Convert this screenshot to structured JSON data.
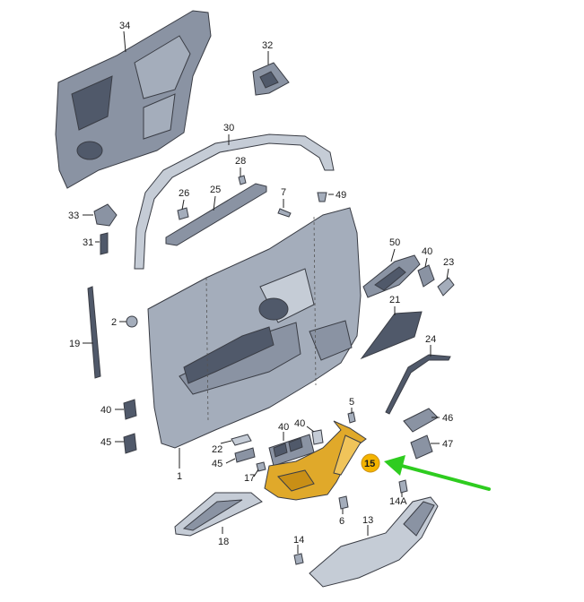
{
  "callouts": {
    "c34": "34",
    "c32": "32",
    "c30": "30",
    "c28": "28",
    "c26": "26",
    "c25": "25",
    "c7": "7",
    "c49": "49",
    "c33": "33",
    "c31": "31",
    "c50": "50",
    "c40a": "40",
    "c23": "23",
    "c21": "21",
    "c2": "2",
    "c19": "19",
    "c24": "24",
    "c40b": "40",
    "c5": "5",
    "c46": "46",
    "c45a": "45",
    "c40c": "40",
    "c40d": "40",
    "c22": "22",
    "c47": "47",
    "c45b": "45",
    "c1": "1",
    "c17": "17",
    "c15": "15",
    "c14A": "14A",
    "c6": "6",
    "c18": "18",
    "c13": "13",
    "c14": "14"
  },
  "colors": {
    "highlight": "#f4b400",
    "arrow": "#2ecc1f",
    "part_grey": "#8a93a3",
    "part_gold": "#e0a92a"
  }
}
